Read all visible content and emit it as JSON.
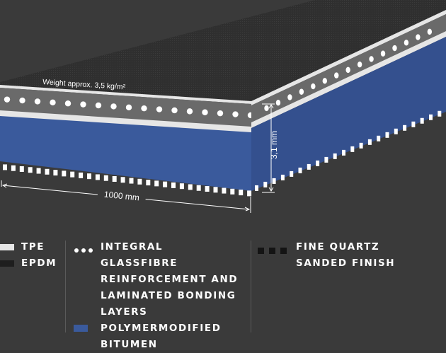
{
  "diagram": {
    "weight_label": "Weight approx. 3,5 kg/m²",
    "thickness_label": "3,1 mm",
    "width_label": "1000 mm"
  },
  "legend": {
    "col1": [
      {
        "label": "TPE",
        "swatch": "light-gray-bar"
      },
      {
        "label": "EPDM",
        "swatch": "black-bar"
      }
    ],
    "col2": [
      {
        "label_lines": [
          "INTEGRAL GLASSFIBRE",
          "REINFORCEMENT AND",
          "LAMINATED BONDING",
          "LAYERS"
        ],
        "swatch": "white-dots"
      },
      {
        "label_lines": [
          "POLYMERMODIFIED",
          "BITUMEN"
        ],
        "swatch": "blue-square"
      }
    ],
    "col3": [
      {
        "label_lines": [
          "FINE QUARTZ",
          "SANDED FINISH"
        ],
        "swatch": "black-squares"
      }
    ]
  },
  "colors": {
    "background": "#3a3a3a",
    "top_surface": "#2f2f2f",
    "tpe": "#e6e6e6",
    "reinforcement": "#6a6a6a",
    "bitumen": "#3a5a9c",
    "bitumen_side": "#34508e",
    "quartz": "#ffffff"
  }
}
